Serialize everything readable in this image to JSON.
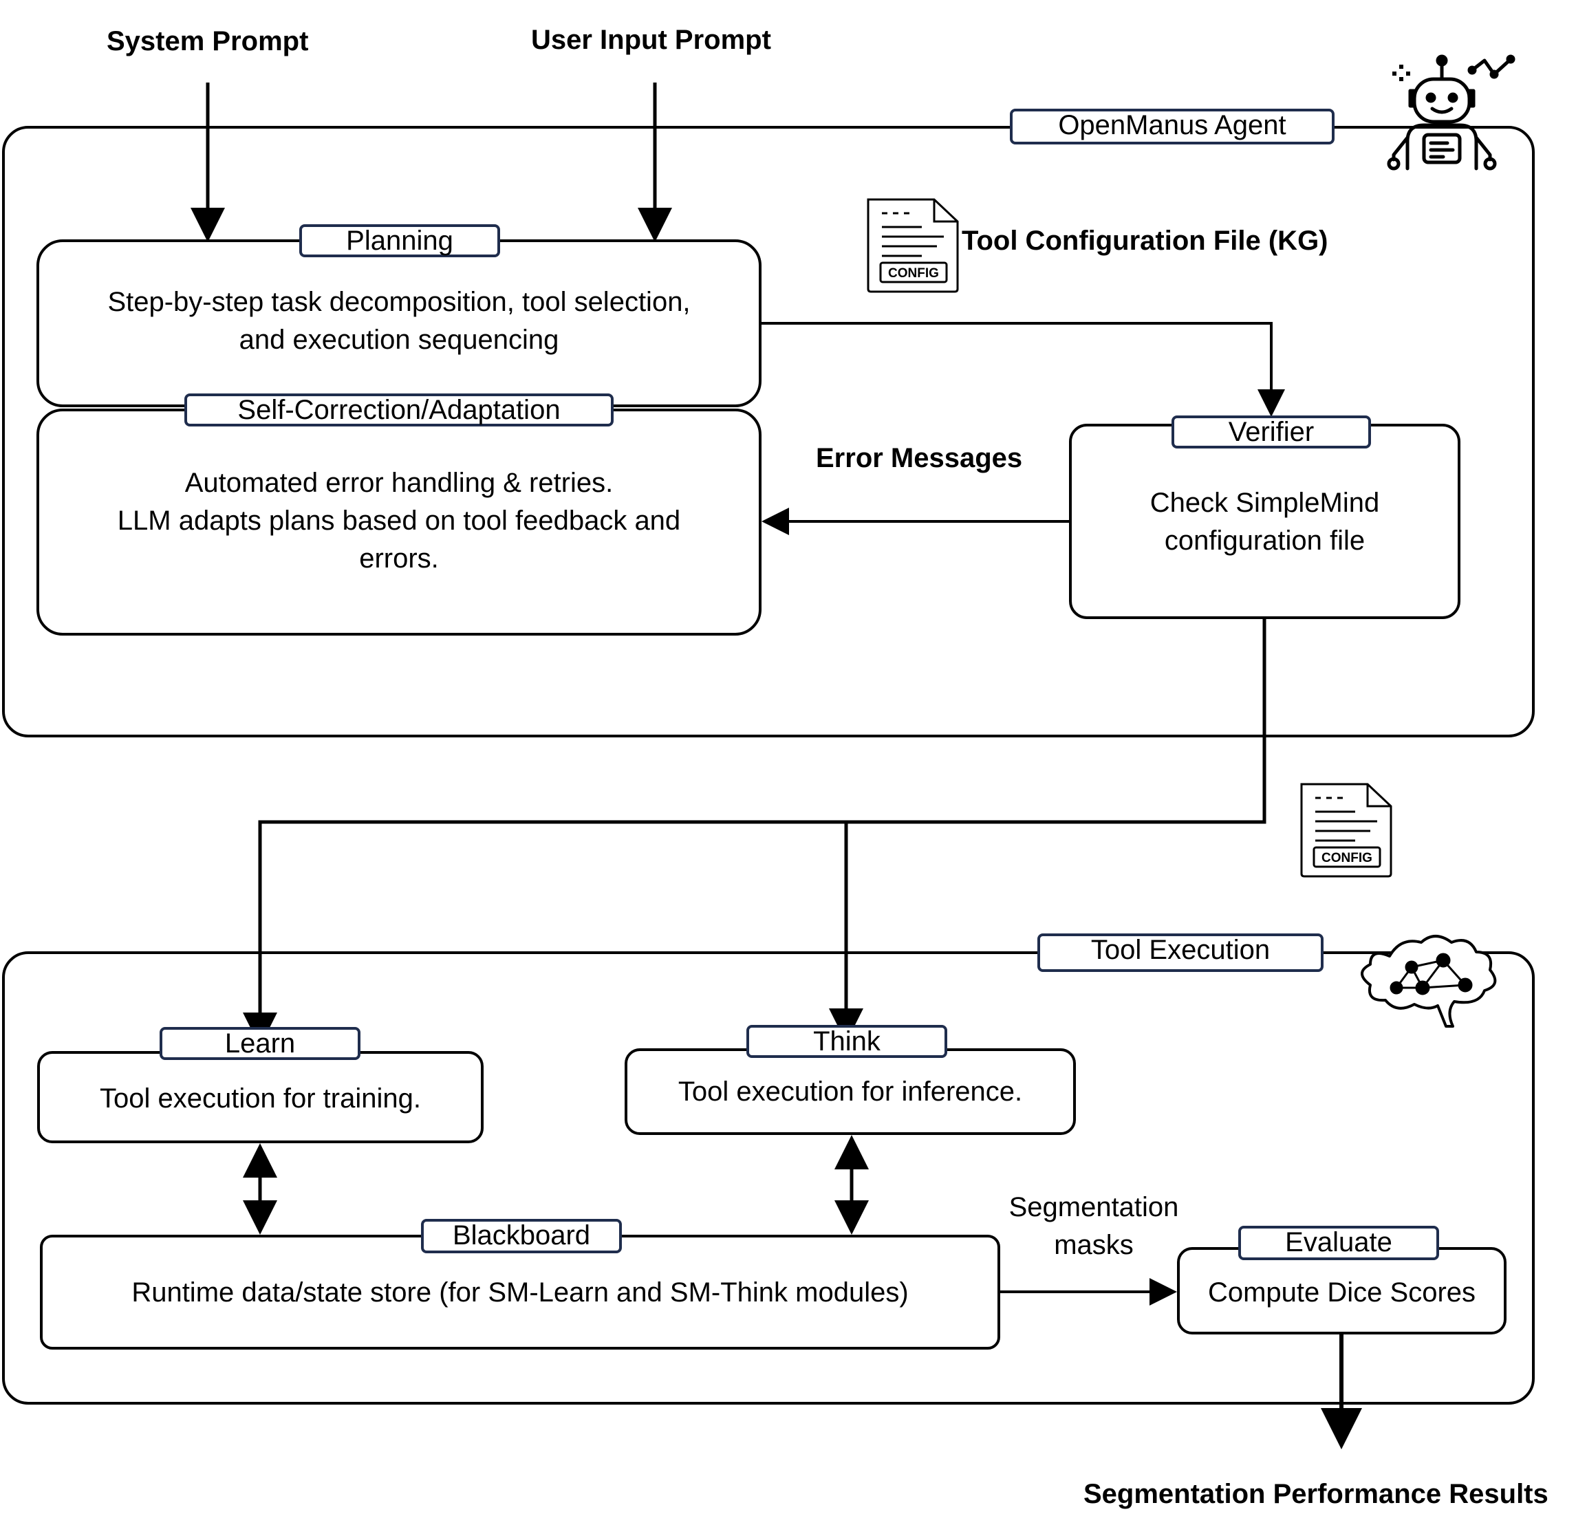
{
  "inputs": {
    "system_prompt": "System Prompt",
    "user_prompt": "User Input Prompt"
  },
  "agent": {
    "title": "OpenManus Agent",
    "tool_config_label": "Tool Configuration File (KG)",
    "config_icon_text": "CONFIG",
    "error_messages_label": "Error Messages",
    "planning": {
      "title": "Planning",
      "line1": "Step-by-step task decomposition, tool selection,",
      "line2": "and execution sequencing"
    },
    "self_correction": {
      "title": "Self-Correction/Adaptation",
      "line1": "Automated error handling & retries.",
      "line2": "LLM adapts plans based on tool feedback and",
      "line3": "errors."
    },
    "verifier": {
      "title": "Verifier",
      "line1": "Check SimpleMind",
      "line2": "configuration file"
    }
  },
  "tool_execution": {
    "title": "Tool Execution",
    "config_icon_text": "CONFIG",
    "learn": {
      "title": "Learn",
      "text": "Tool execution for training."
    },
    "think": {
      "title": "Think",
      "text": "Tool execution for inference."
    },
    "blackboard": {
      "title": "Blackboard",
      "text": "Runtime data/state store (for SM-Learn and SM-Think modules)"
    },
    "segmentation_masks": {
      "line1": "Segmentation",
      "line2": "masks"
    },
    "evaluate": {
      "title": "Evaluate",
      "text": "Compute Dice Scores"
    }
  },
  "output": {
    "results_label": "Segmentation Performance Results"
  },
  "colors": {
    "stroke": "#000000",
    "tag_border": "#1f2d4d",
    "background": "#ffffff"
  },
  "icons": [
    "robot-icon",
    "config-file-icon",
    "brain-network-icon"
  ]
}
